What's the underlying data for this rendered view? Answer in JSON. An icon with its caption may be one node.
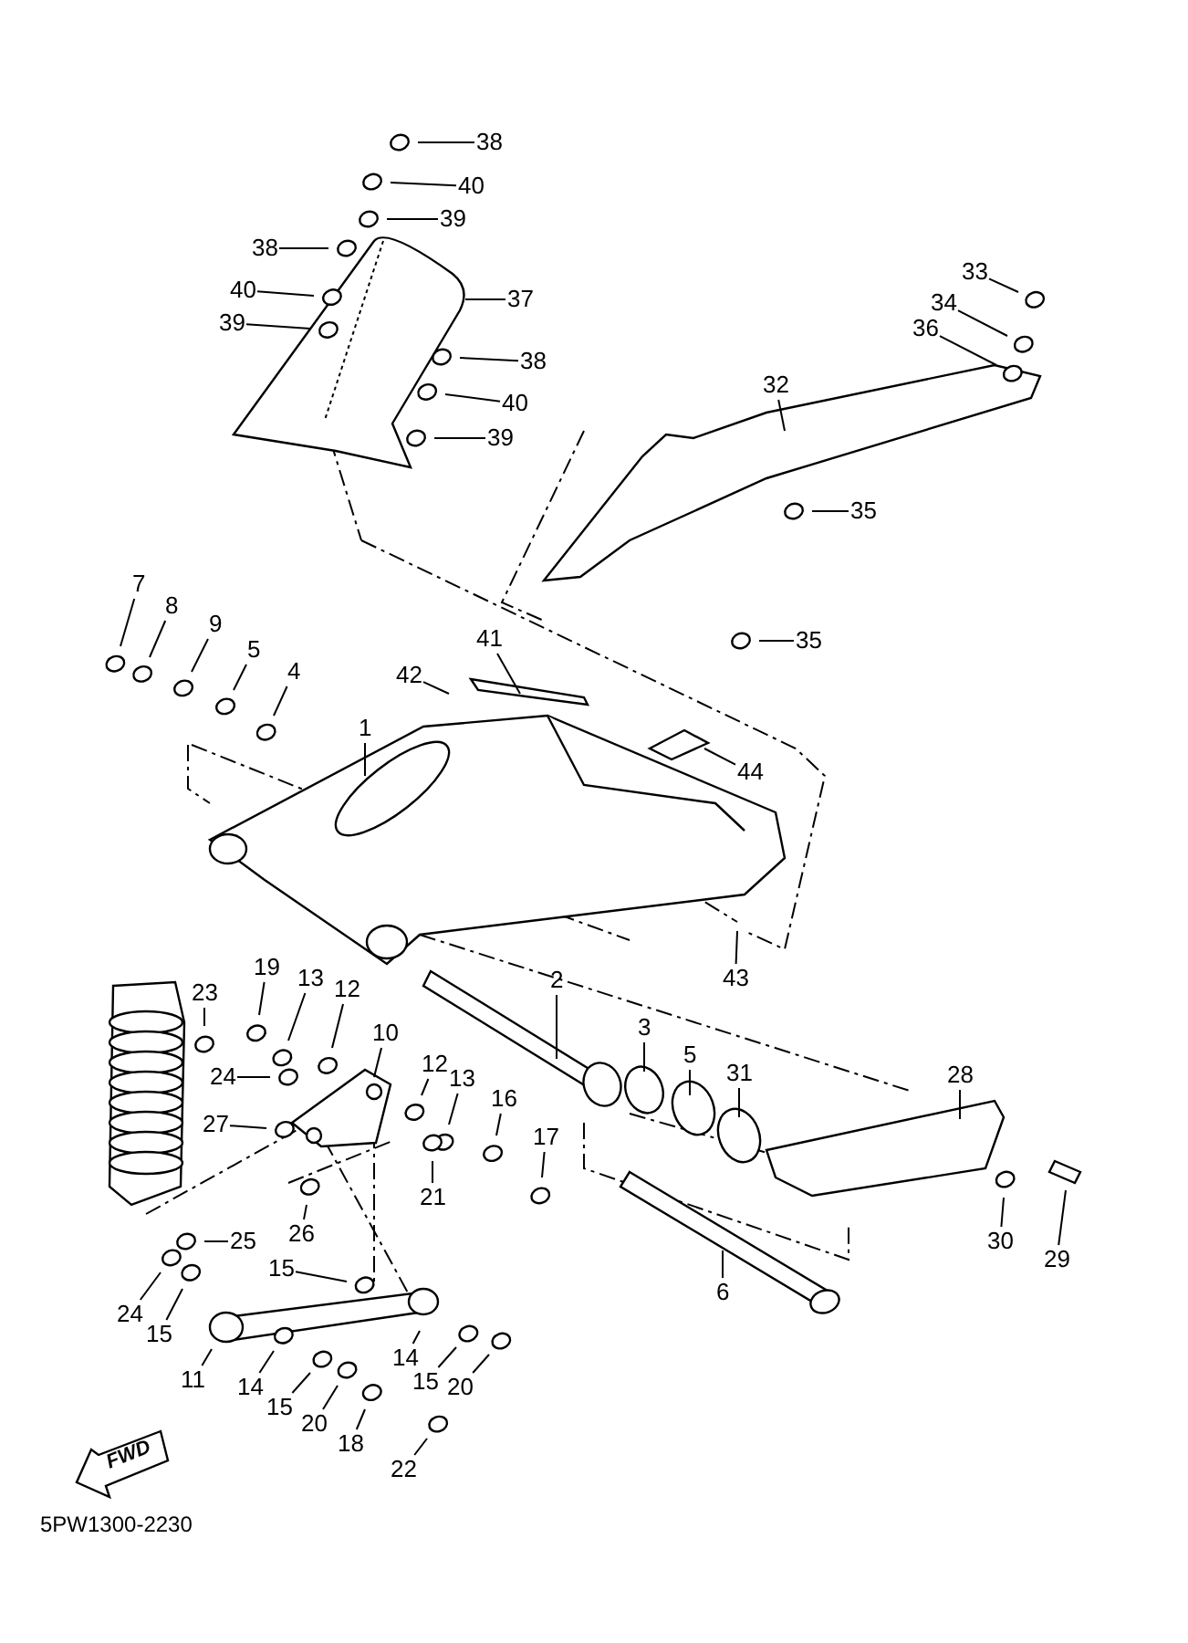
{
  "diagram": {
    "nodes": [
      {
        "text": [
          "38"
        ]
      },
      {
        "text": [
          "40"
        ]
      },
      {
        "text": [
          "39"
        ]
      },
      {
        "text": [
          "38"
        ]
      },
      {
        "text": [
          "40"
        ]
      },
      {
        "text": [
          "39"
        ]
      },
      {
        "text": [
          "37"
        ]
      },
      {
        "text": [
          "38"
        ]
      },
      {
        "text": [
          "40"
        ]
      },
      {
        "text": [
          "39"
        ]
      },
      {
        "text": [
          "33"
        ]
      },
      {
        "text": [
          "34"
        ]
      },
      {
        "text": [
          "36"
        ]
      },
      {
        "text": [
          "32"
        ]
      },
      {
        "text": [
          "35"
        ]
      },
      {
        "text": [
          "35"
        ]
      },
      {
        "text": [
          "7"
        ]
      },
      {
        "text": [
          "8"
        ]
      },
      {
        "text": [
          "9"
        ]
      },
      {
        "text": [
          "5"
        ]
      },
      {
        "text": [
          "4"
        ]
      },
      {
        "text": [
          "41"
        ]
      },
      {
        "text": [
          "42"
        ]
      },
      {
        "text": [
          "1"
        ]
      },
      {
        "text": [
          "44"
        ]
      },
      {
        "text": [
          "43"
        ]
      },
      {
        "text": [
          "2"
        ]
      },
      {
        "text": [
          "3"
        ]
      },
      {
        "text": [
          "5"
        ]
      },
      {
        "text": [
          "31"
        ]
      },
      {
        "text": [
          "28"
        ]
      },
      {
        "text": [
          "30"
        ]
      },
      {
        "text": [
          "29"
        ]
      },
      {
        "text": [
          "6"
        ]
      },
      {
        "text": [
          "19"
        ]
      },
      {
        "text": [
          "13"
        ]
      },
      {
        "text": [
          "12"
        ]
      },
      {
        "text": [
          "23"
        ]
      },
      {
        "text": [
          "10"
        ]
      },
      {
        "text": [
          "24"
        ]
      },
      {
        "text": [
          "27"
        ]
      },
      {
        "text": [
          "12"
        ]
      },
      {
        "text": [
          "13"
        ]
      },
      {
        "text": [
          "16"
        ]
      },
      {
        "text": [
          "17"
        ]
      },
      {
        "text": [
          "21"
        ]
      },
      {
        "text": [
          "26"
        ]
      },
      {
        "text": [
          "25"
        ]
      },
      {
        "text": [
          "15"
        ]
      },
      {
        "text": [
          "24"
        ]
      },
      {
        "text": [
          "15"
        ]
      },
      {
        "text": [
          "11"
        ]
      },
      {
        "text": [
          "14"
        ]
      },
      {
        "text": [
          "15"
        ]
      },
      {
        "text": [
          "20"
        ]
      },
      {
        "text": [
          "14"
        ]
      },
      {
        "text": [
          "15"
        ]
      },
      {
        "text": [
          "20"
        ]
      },
      {
        "text": [
          "18"
        ]
      },
      {
        "text": [
          "22"
        ]
      }
    ],
    "edges": [
      {
        "from": 0,
        "to": null,
        "arrow": "none"
      },
      {
        "from": 1,
        "to": null,
        "arrow": "none"
      },
      {
        "from": 2,
        "to": null,
        "arrow": "none"
      },
      {
        "from": 3,
        "to": null,
        "arrow": "none"
      },
      {
        "from": 4,
        "to": null,
        "arrow": "none"
      },
      {
        "from": 5,
        "to": null,
        "arrow": "none"
      },
      {
        "from": 6,
        "to": null,
        "arrow": "none"
      },
      {
        "from": 7,
        "to": null,
        "arrow": "none"
      },
      {
        "from": 8,
        "to": null,
        "arrow": "none"
      },
      {
        "from": 9,
        "to": null,
        "arrow": "none"
      },
      {
        "from": 10,
        "to": null,
        "arrow": "none"
      },
      {
        "from": 11,
        "to": null,
        "arrow": "none"
      },
      {
        "from": 12,
        "to": null,
        "arrow": "none"
      },
      {
        "from": 13,
        "to": null,
        "arrow": "none"
      },
      {
        "from": 14,
        "to": null,
        "arrow": "none"
      },
      {
        "from": 15,
        "to": null,
        "arrow": "none"
      },
      {
        "from": 16,
        "to": null,
        "arrow": "none"
      },
      {
        "from": 17,
        "to": null,
        "arrow": "none"
      },
      {
        "from": 18,
        "to": null,
        "arrow": "none"
      },
      {
        "from": 19,
        "to": null,
        "arrow": "none"
      },
      {
        "from": 20,
        "to": null,
        "arrow": "none"
      },
      {
        "from": 21,
        "to": null,
        "arrow": "none"
      },
      {
        "from": 22,
        "to": null,
        "arrow": "none"
      },
      {
        "from": 23,
        "to": null,
        "arrow": "none"
      },
      {
        "from": 24,
        "to": null,
        "arrow": "none"
      },
      {
        "from": 25,
        "to": null,
        "arrow": "none"
      },
      {
        "from": 26,
        "to": null,
        "arrow": "none"
      },
      {
        "from": 27,
        "to": null,
        "arrow": "none"
      },
      {
        "from": 28,
        "to": null,
        "arrow": "none"
      },
      {
        "from": 29,
        "to": null,
        "arrow": "none"
      },
      {
        "from": 30,
        "to": null,
        "arrow": "none"
      },
      {
        "from": 31,
        "to": null,
        "arrow": "none"
      },
      {
        "from": 32,
        "to": null,
        "arrow": "none"
      },
      {
        "from": 33,
        "to": null,
        "arrow": "none"
      },
      {
        "from": 34,
        "to": null,
        "arrow": "none"
      },
      {
        "from": 35,
        "to": null,
        "arrow": "none"
      },
      {
        "from": 36,
        "to": null,
        "arrow": "none"
      },
      {
        "from": 37,
        "to": null,
        "arrow": "none"
      },
      {
        "from": 38,
        "to": null,
        "arrow": "none"
      },
      {
        "from": 39,
        "to": null,
        "arrow": "none"
      },
      {
        "from": 40,
        "to": null,
        "arrow": "none"
      },
      {
        "from": 41,
        "to": null,
        "arrow": "none"
      },
      {
        "from": 42,
        "to": null,
        "arrow": "none"
      },
      {
        "from": 43,
        "to": null,
        "arrow": "none"
      },
      {
        "from": 44,
        "to": null,
        "arrow": "none"
      },
      {
        "from": 45,
        "to": null,
        "arrow": "none"
      },
      {
        "from": 46,
        "to": null,
        "arrow": "none"
      },
      {
        "from": 47,
        "to": null,
        "arrow": "none"
      },
      {
        "from": 48,
        "to": null,
        "arrow": "none"
      },
      {
        "from": 49,
        "to": null,
        "arrow": "none"
      },
      {
        "from": 50,
        "to": null,
        "arrow": "none"
      },
      {
        "from": 51,
        "to": null,
        "arrow": "none"
      },
      {
        "from": 52,
        "to": null,
        "arrow": "none"
      },
      {
        "from": 53,
        "to": null,
        "arrow": "none"
      },
      {
        "from": 54,
        "to": null,
        "arrow": "none"
      },
      {
        "from": 55,
        "to": null,
        "arrow": "none"
      },
      {
        "from": 56,
        "to": null,
        "arrow": "none"
      },
      {
        "from": 57,
        "to": null,
        "arrow": "none"
      },
      {
        "from": 58,
        "to": null,
        "arrow": "none"
      },
      {
        "from": 59,
        "to": null,
        "arrow": "none"
      }
    ],
    "labels": [
      "FWD",
      "5PW1300-2230"
    ]
  }
}
